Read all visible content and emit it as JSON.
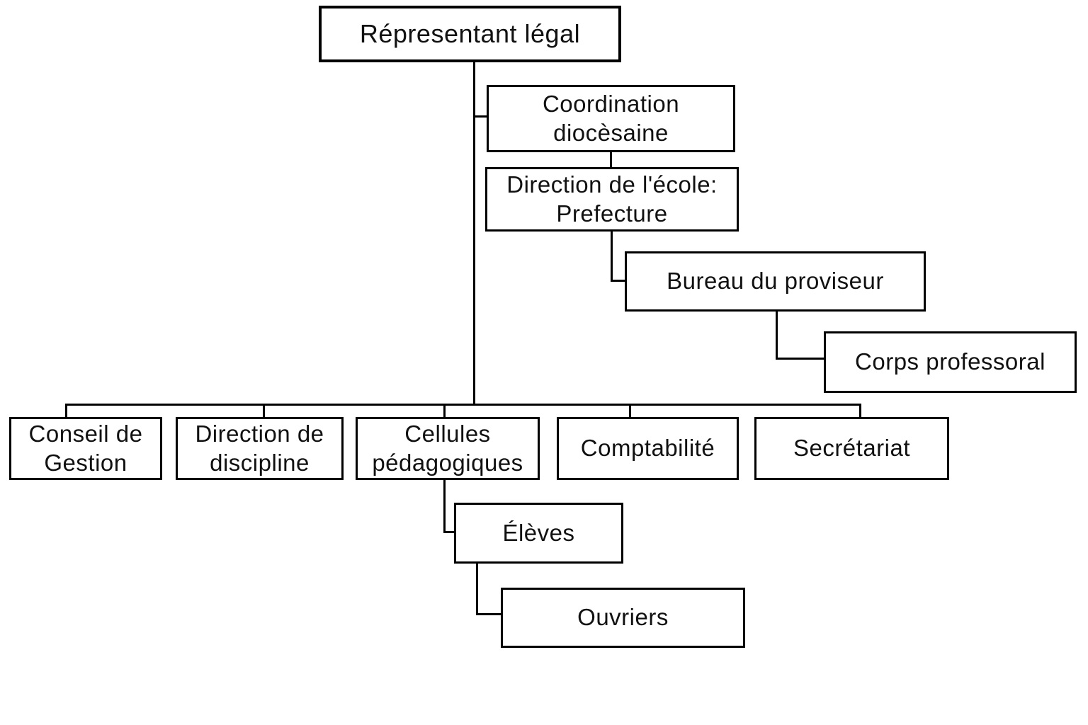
{
  "diagram": {
    "type": "org-chart",
    "background_color": "#ffffff",
    "box_border_color": "#000000",
    "line_color": "#000000",
    "text_color": "#111111",
    "nodes": {
      "representant_legal": {
        "label": "Répresentant légal"
      },
      "coordination_diocesaine": {
        "label": "Coordination\ndiocèsaine"
      },
      "direction_ecole": {
        "label": "Direction de l'école:\nPrefecture"
      },
      "bureau_proviseur": {
        "label": "Bureau du proviseur"
      },
      "corps_professoral": {
        "label": "Corps professoral"
      },
      "conseil_gestion": {
        "label": "Conseil de\nGestion"
      },
      "direction_discipline": {
        "label": "Direction de\ndiscipline"
      },
      "cellules_pedagogiques": {
        "label": "Cellules\npédagogiques"
      },
      "comptabilite": {
        "label": "Comptabilité"
      },
      "secretariat": {
        "label": "Secrétariat"
      },
      "eleves": {
        "label": "Élèves"
      },
      "ouvriers": {
        "label": "Ouvriers"
      }
    },
    "edges": [
      {
        "from": "representant_legal",
        "to": "coordination_diocesaine"
      },
      {
        "from": "coordination_diocesaine",
        "to": "direction_ecole"
      },
      {
        "from": "direction_ecole",
        "to": "bureau_proviseur"
      },
      {
        "from": "bureau_proviseur",
        "to": "corps_professoral"
      },
      {
        "from": "representant_legal",
        "to": "conseil_gestion"
      },
      {
        "from": "representant_legal",
        "to": "direction_discipline"
      },
      {
        "from": "representant_legal",
        "to": "cellules_pedagogiques"
      },
      {
        "from": "representant_legal",
        "to": "comptabilite"
      },
      {
        "from": "representant_legal",
        "to": "secretariat"
      },
      {
        "from": "cellules_pedagogiques",
        "to": "eleves"
      },
      {
        "from": "eleves",
        "to": "ouvriers"
      }
    ]
  }
}
